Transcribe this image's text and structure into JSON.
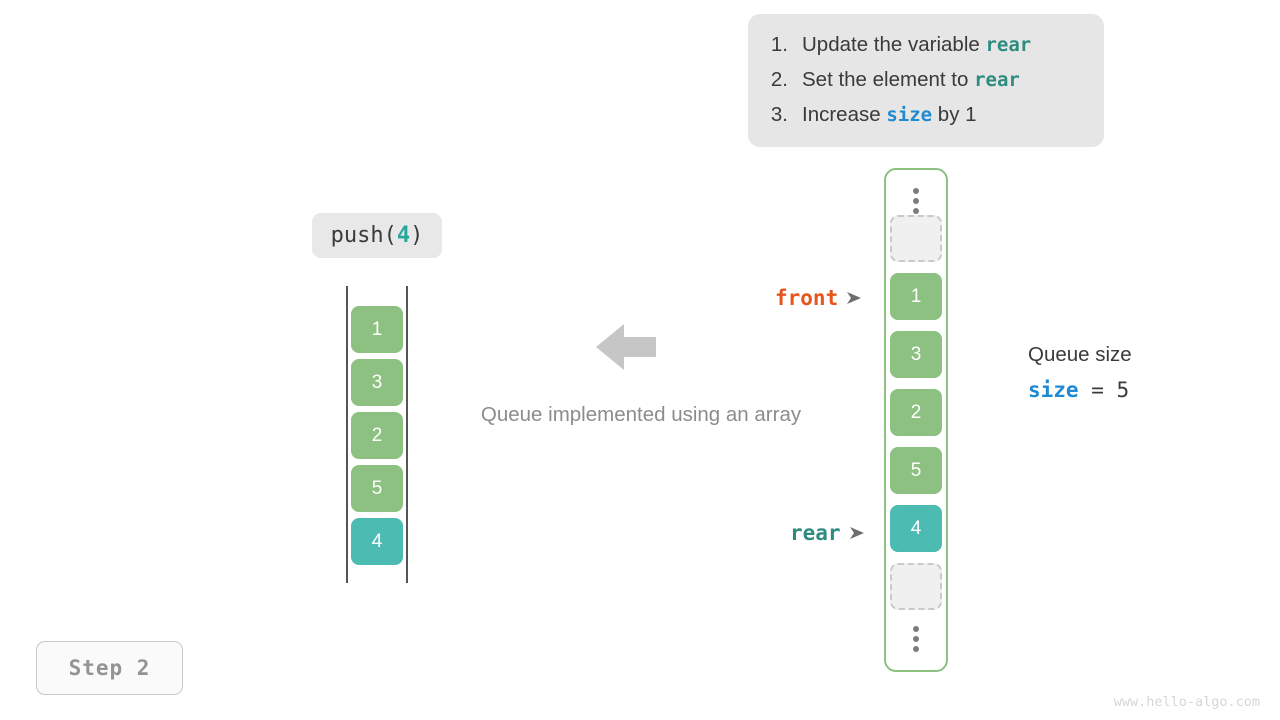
{
  "instructions": {
    "items": [
      {
        "num": "1.",
        "pre": "Update the variable ",
        "code": "rear",
        "code_style": "teal",
        "post": ""
      },
      {
        "num": "2.",
        "pre": "Set the element to ",
        "code": "rear",
        "code_style": "teal",
        "post": ""
      },
      {
        "num": "3.",
        "pre": "Increase ",
        "code": "size",
        "code_style": "blue",
        "post": " by 1"
      }
    ]
  },
  "operation": {
    "name": "push(",
    "value": "4",
    "close": ")"
  },
  "left_array": {
    "values": [
      "1",
      "3",
      "2",
      "5",
      "4"
    ],
    "highlight_index": 4
  },
  "caption": "Queue implemented using an array",
  "ring_buffer": {
    "top_ellipsis": "⋮",
    "bottom_ellipsis": "⋮",
    "slots": [
      {
        "value": "",
        "state": "empty"
      },
      {
        "value": "1",
        "state": "filled"
      },
      {
        "value": "3",
        "state": "filled"
      },
      {
        "value": "2",
        "state": "filled"
      },
      {
        "value": "5",
        "state": "filled"
      },
      {
        "value": "4",
        "state": "highlight"
      },
      {
        "value": "",
        "state": "empty"
      }
    ]
  },
  "pointers": {
    "front": "front",
    "rear": "rear"
  },
  "size_info": {
    "title": "Queue size",
    "var": "size",
    "expr": " = 5"
  },
  "step_badge": "Step 2",
  "watermark": "www.hello-algo.com",
  "colors": {
    "green": "#8cc181",
    "teal": "#4cbcb3",
    "front_orange": "#e8541e",
    "rear_teal": "#2e8b80",
    "size_blue": "#1f8ad1",
    "card_gray": "#e6e6e6",
    "caption_gray": "#8c8c8c",
    "arrow_gray": "#c6c6c6"
  }
}
